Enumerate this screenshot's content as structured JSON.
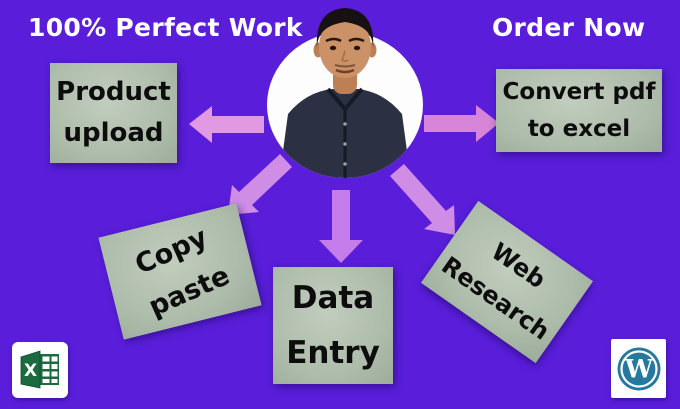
{
  "banner": {
    "background": "#5a1edb",
    "tagline": "100% Perfect Work",
    "cta": "Order Now",
    "headline_color": "#ffffff"
  },
  "services": {
    "box_color": "#aebcab",
    "text_color": "#0d0d0d",
    "product_upload": {
      "line1": "Product",
      "line2": "upload"
    },
    "convert_pdf": {
      "line1": "Convert pdf",
      "line2": "to excel"
    },
    "copy_paste": {
      "line1": "Copy",
      "line2": "paste"
    },
    "data_entry": {
      "line1": "Data",
      "line2": "Entry"
    },
    "web_research": {
      "line1": "Web",
      "line2": "Research"
    }
  },
  "arrows": {
    "left": "#e199e1",
    "right": "#d685d8",
    "down_left": "#cf8de6",
    "down": "#c47dea",
    "down_right": "#cf8de6"
  },
  "photo": {
    "backdrop": "#fdfdfd"
  },
  "icons": {
    "excel": {
      "letter": "X",
      "green": "#1b6b41"
    },
    "wordpress": {
      "letter": "W",
      "blue": "#26799e"
    }
  }
}
